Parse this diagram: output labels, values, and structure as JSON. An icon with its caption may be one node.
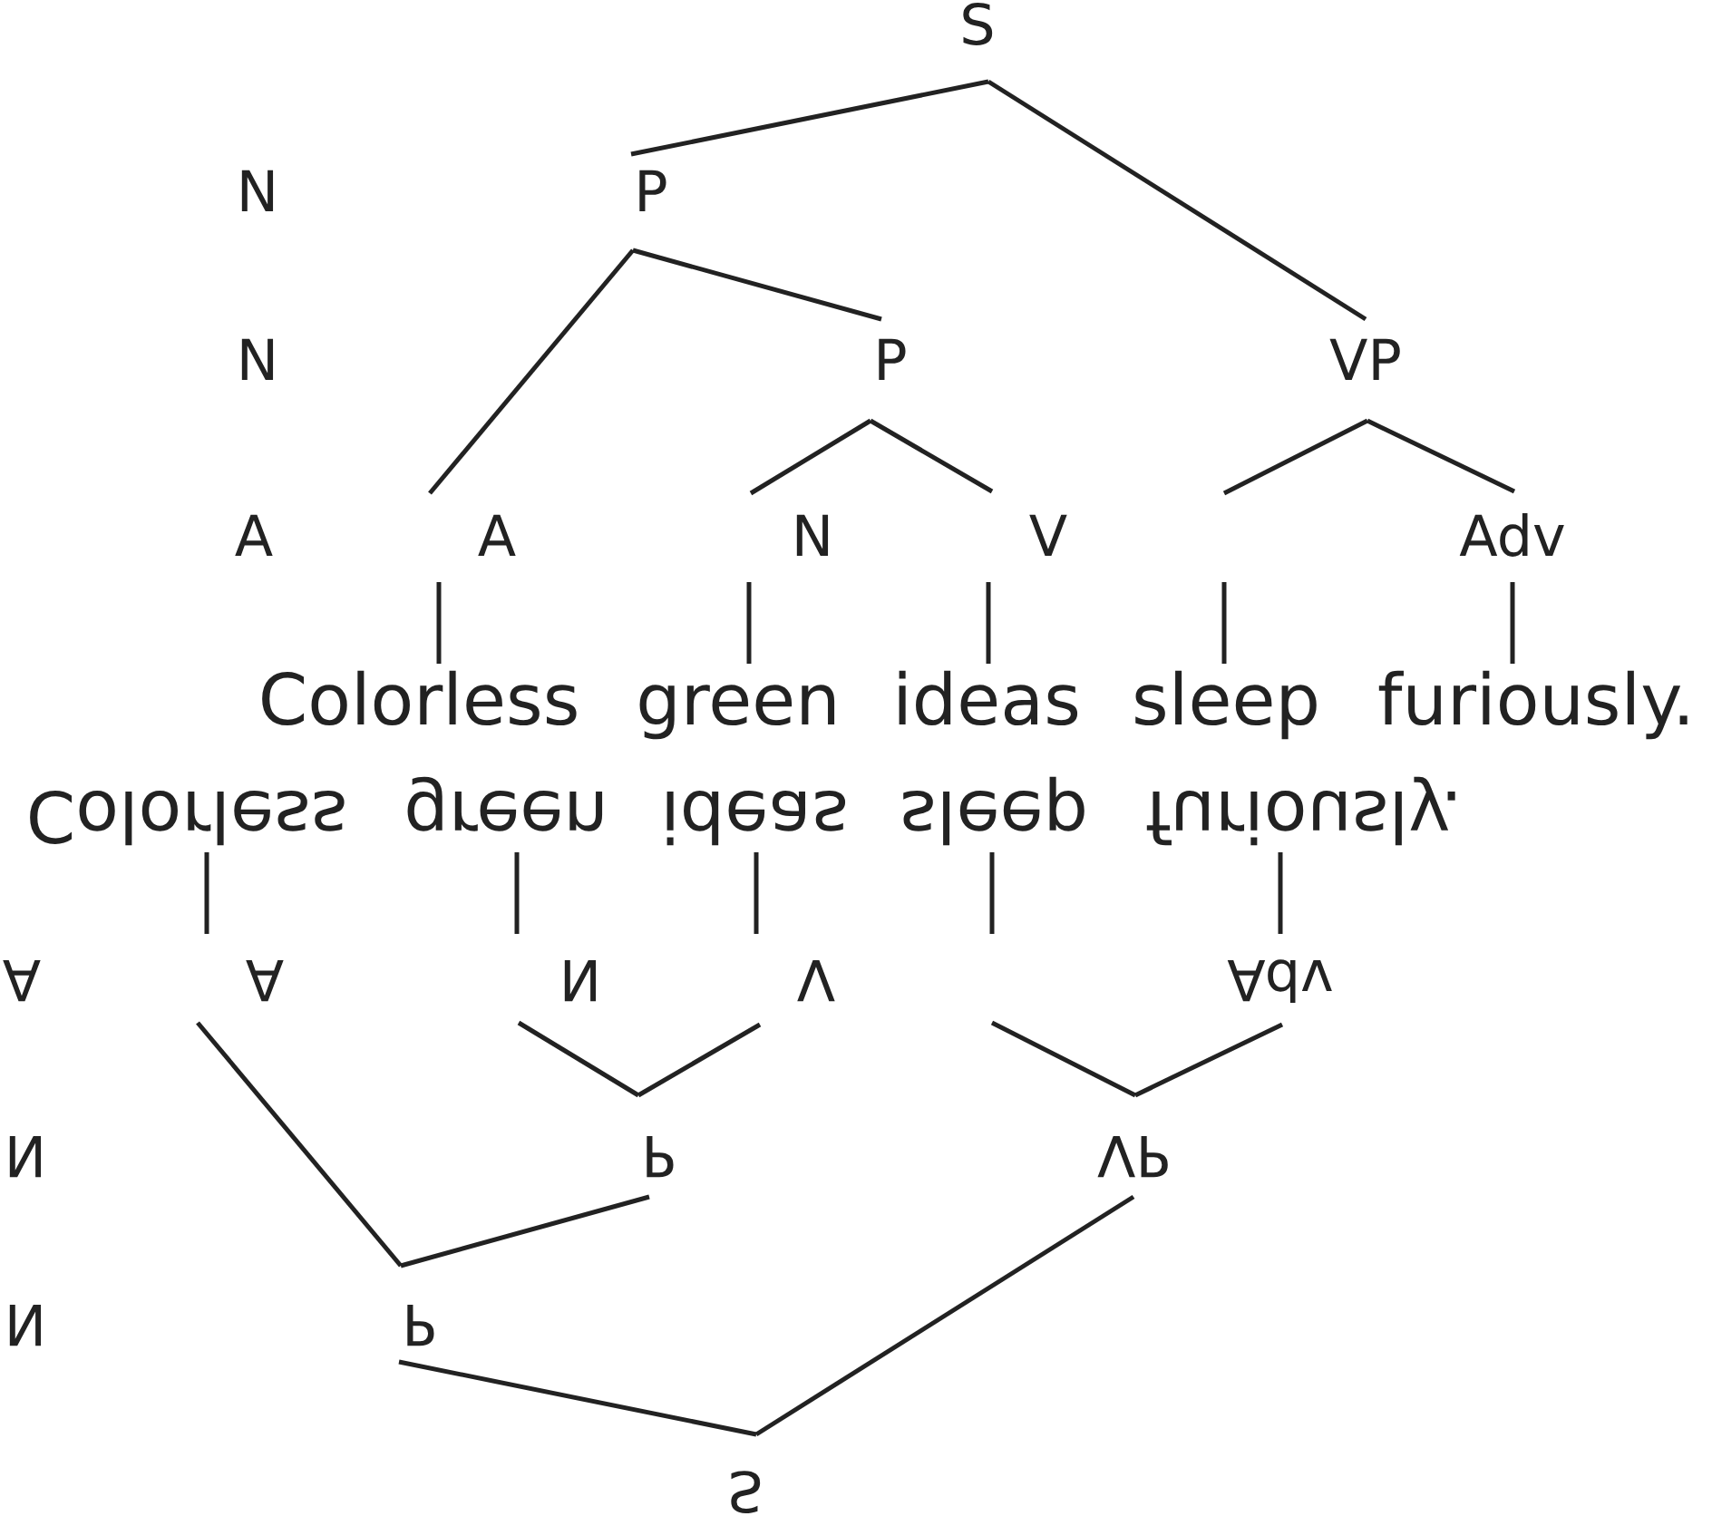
{
  "diagram": {
    "nodes": [
      {
        "text": [
          "S"
        ]
      },
      {
        "text": [
          "P"
        ]
      },
      {
        "text": [
          "P"
        ]
      },
      {
        "text": [
          "VP"
        ]
      },
      {
        "text": [
          "A"
        ]
      },
      {
        "text": [
          "N"
        ]
      },
      {
        "text": [
          "V"
        ]
      },
      {
        "text": [
          "Adv"
        ]
      },
      {
        "text": [
          "Colorless"
        ]
      },
      {
        "text": [
          "green"
        ]
      },
      {
        "text": [
          "ideas"
        ]
      },
      {
        "text": [
          "sleep"
        ]
      },
      {
        "text": [
          "furiously."
        ]
      },
      {
        "text": [
          "Colorless"
        ]
      },
      {
        "text": [
          "green"
        ]
      },
      {
        "text": [
          "ideas"
        ]
      },
      {
        "text": [
          "sleep"
        ]
      },
      {
        "text": [
          "furiously."
        ]
      },
      {
        "text": [
          "A"
        ]
      },
      {
        "text": [
          "N"
        ]
      },
      {
        "text": [
          "V"
        ]
      },
      {
        "text": [
          "Adv"
        ]
      },
      {
        "text": [
          "P"
        ]
      },
      {
        "text": [
          "VP"
        ]
      },
      {
        "text": [
          "P"
        ]
      },
      {
        "text": [
          "S"
        ]
      }
    ],
    "edges": [
      {
        "from": 0,
        "to": 1,
        "arrow": "none"
      },
      {
        "from": 0,
        "to": 3,
        "arrow": "none"
      },
      {
        "from": 1,
        "to": 4,
        "arrow": "none"
      },
      {
        "from": 1,
        "to": 2,
        "arrow": "none"
      },
      {
        "from": 2,
        "to": 5,
        "arrow": "none"
      },
      {
        "from": 2,
        "to": 6,
        "arrow": "none"
      },
      {
        "from": 3,
        "to": null,
        "arrow": "none"
      },
      {
        "from": 3,
        "to": 7,
        "arrow": "none"
      },
      {
        "from": 4,
        "to": 8,
        "arrow": "none"
      },
      {
        "from": 5,
        "to": 9,
        "arrow": "none"
      },
      {
        "from": 6,
        "to": 10,
        "arrow": "none"
      },
      {
        "from": null,
        "to": 11,
        "arrow": "none"
      },
      {
        "from": 7,
        "to": 12,
        "arrow": "none"
      },
      {
        "from": 25,
        "to": 24,
        "arrow": "none"
      },
      {
        "from": 25,
        "to": 23,
        "arrow": "none"
      },
      {
        "from": 24,
        "to": 18,
        "arrow": "none"
      },
      {
        "from": 24,
        "to": 22,
        "arrow": "none"
      },
      {
        "from": 22,
        "to": 19,
        "arrow": "none"
      },
      {
        "from": 22,
        "to": 20,
        "arrow": "none"
      },
      {
        "from": 23,
        "to": null,
        "arrow": "none"
      },
      {
        "from": 23,
        "to": 21,
        "arrow": "none"
      },
      {
        "from": 18,
        "to": 13,
        "arrow": "none"
      },
      {
        "from": 19,
        "to": 14,
        "arrow": "none"
      },
      {
        "from": 20,
        "to": 15,
        "arrow": "none"
      },
      {
        "from": null,
        "to": 16,
        "arrow": "none"
      },
      {
        "from": 21,
        "to": 17,
        "arrow": "none"
      }
    ],
    "labels": [
      "N",
      "N",
      "A",
      "A",
      "N",
      "N"
    ]
  }
}
